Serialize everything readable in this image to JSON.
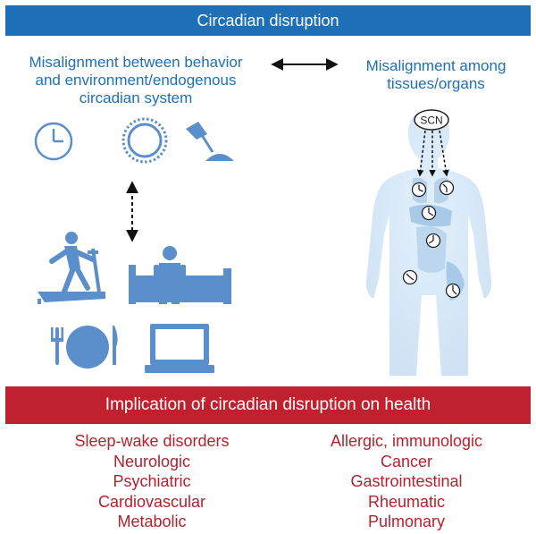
{
  "header": {
    "title": "Circadian disruption"
  },
  "left_heading": {
    "lines": [
      "Misalignment between behavior",
      "and environment/endogenous",
      "circadian system"
    ]
  },
  "right_heading": {
    "lines": [
      "Misalignment among",
      "tissues/organs"
    ]
  },
  "scn": {
    "label": "SCN"
  },
  "icons": {
    "row1": [
      "clock-icon",
      "moon-icon",
      "sun-icon",
      "lamp-icon"
    ],
    "row2": [
      "treadmill-icon",
      "person-on-bed-icon"
    ],
    "row3": [
      "plate-with-cutlery-icon",
      "computer-monitor-icon"
    ],
    "body": "human-body-with-organ-clocks"
  },
  "health": {
    "title": "Implication of circadian disruption on health",
    "left_items": [
      "Sleep-wake disorders",
      "Neurologic",
      "Psychiatric",
      "Cardiovascular",
      "Metabolic"
    ],
    "right_items": [
      "Allergic, immunologic",
      "Cancer",
      "Gastrointestinal",
      "Rheumatic",
      "Pulmonary"
    ]
  },
  "colors": {
    "blue_banner": "#1d70b8",
    "red_banner": "#c0212f",
    "heading_blue": "#1f6fb5",
    "list_red": "#b8202e",
    "icon_blue": "#5b8fcb",
    "body_light_blue": "#d6e8f7"
  }
}
